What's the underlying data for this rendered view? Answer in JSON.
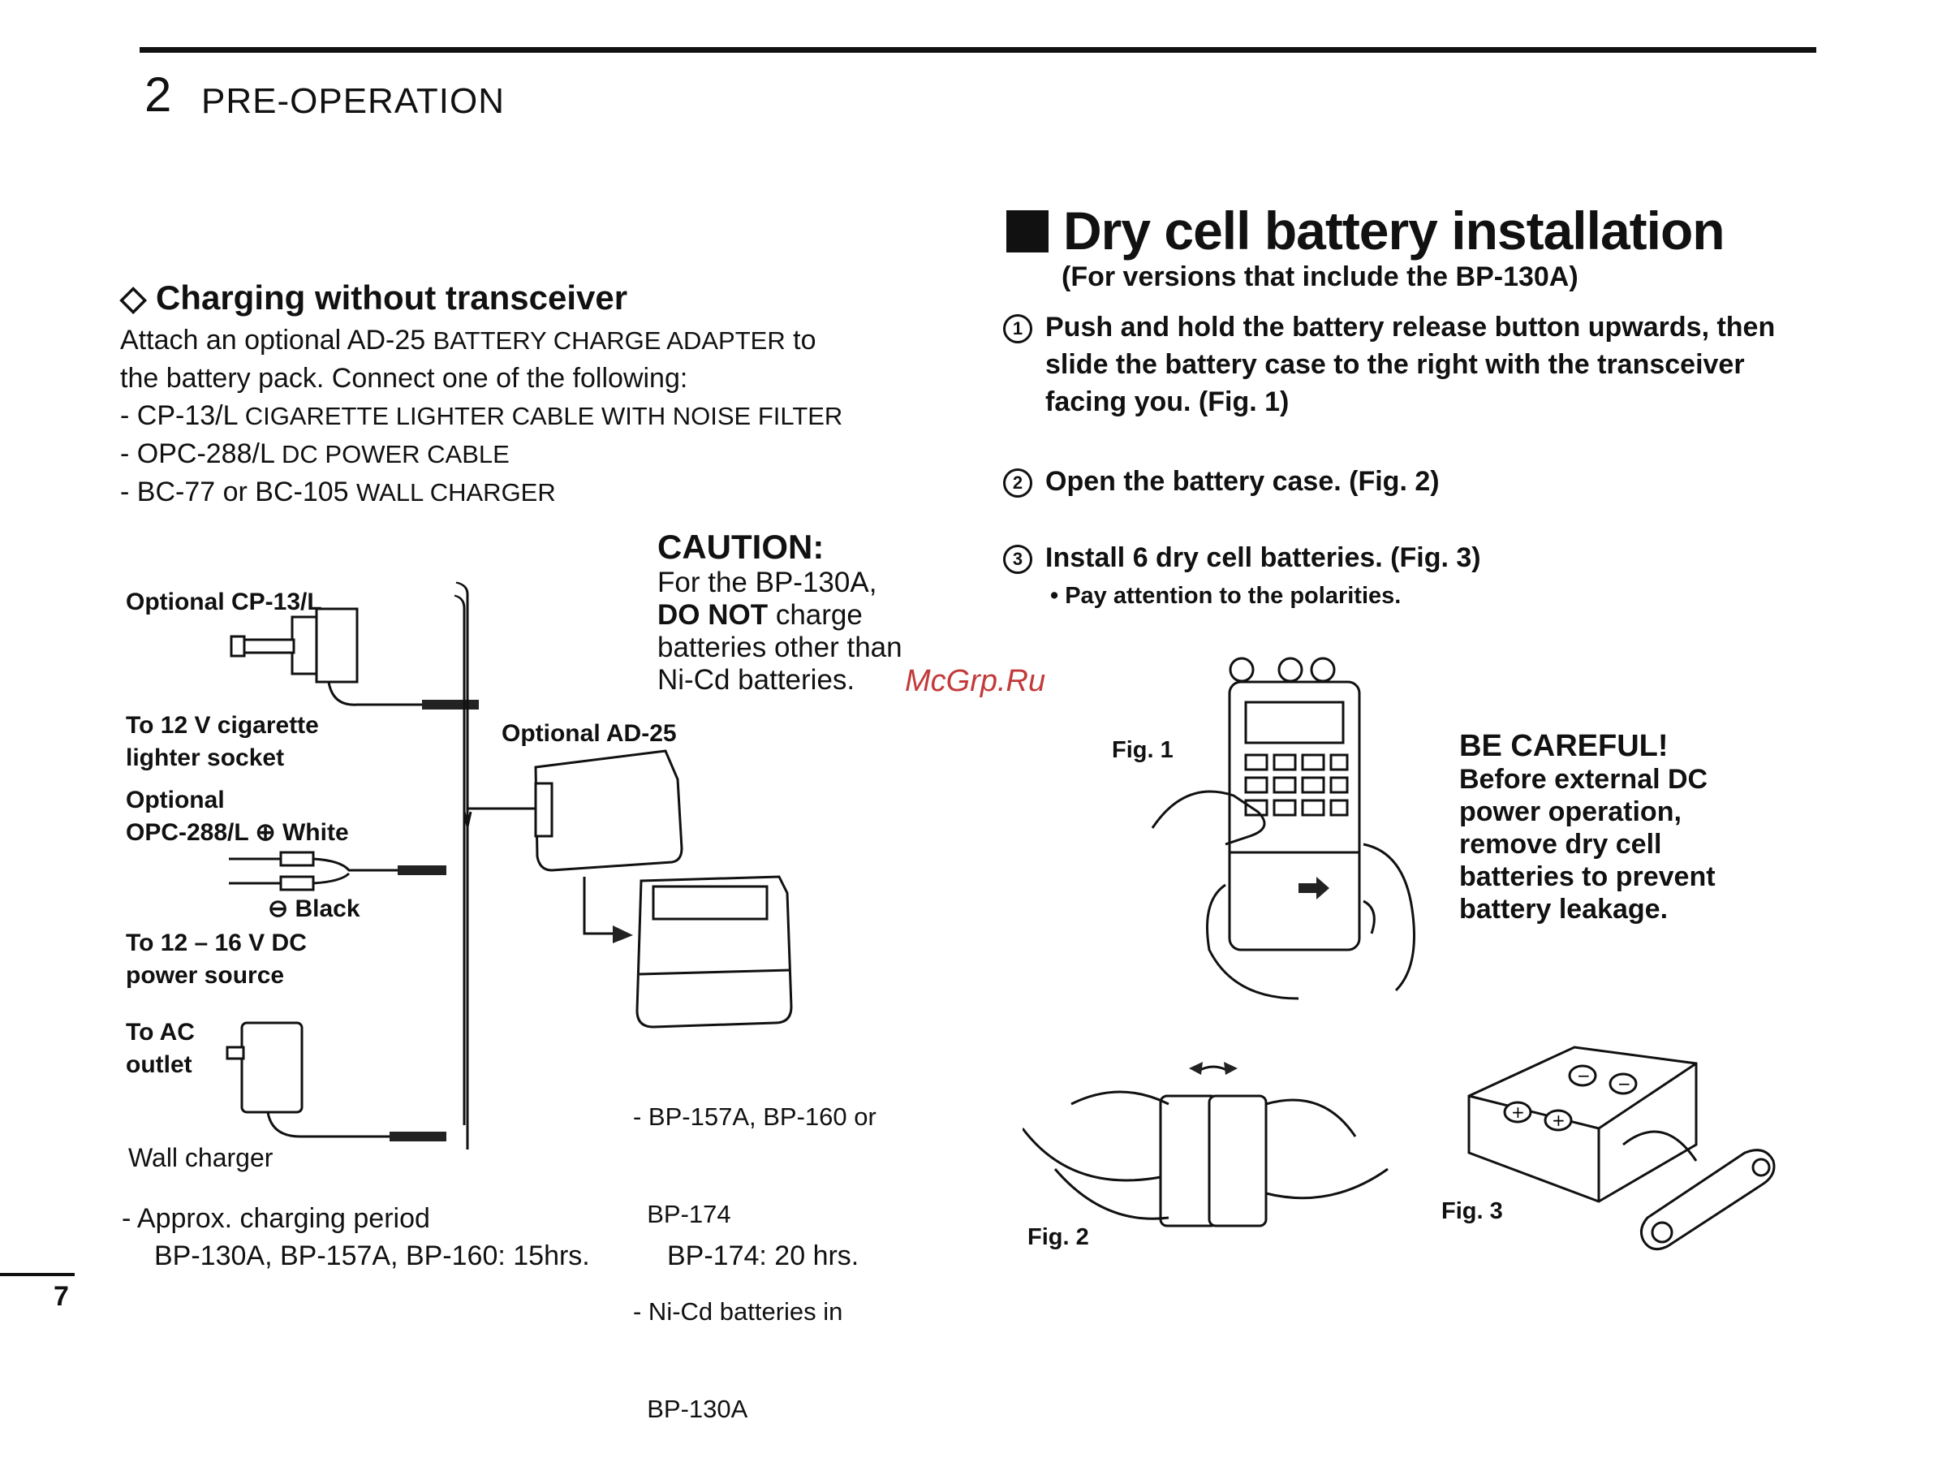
{
  "header": {
    "chapter_number": "2",
    "chapter_title": "PRE-OPERATION"
  },
  "charging": {
    "heading": "◇ Charging without transceiver",
    "intro_1": "Attach an optional  AD-25 ",
    "intro_1_caps": "BATTERY CHARGE ADAPTER",
    "intro_1_end": " to",
    "intro_2": "the battery pack.  Connect one of the following:",
    "items": [
      {
        "model": "- CP-13/L ",
        "desc": "CIGARETTE LIGHTER CABLE  WITH NOISE FILTER"
      },
      {
        "model": "- OPC-288/L ",
        "desc": "DC POWER CABLE"
      },
      {
        "model": "- BC-77 or BC-105 ",
        "desc": "WALL CHARGER"
      }
    ],
    "caution": {
      "title": "CAUTION:",
      "line1": "For the BP-130A,",
      "bold": "DO NOT",
      "line2_rest": " charge",
      "line3": "batteries other than",
      "line4": "Ni-Cd batteries."
    },
    "diagram": {
      "cp13_label": "Optional CP-13/L",
      "cig_label_1": "To 12 V cigarette",
      "cig_label_2": "lighter socket",
      "opc_label_1": "Optional",
      "opc_label_2": "OPC-288/L ⊕  White",
      "black_label": "⊖  Black",
      "dc_label_1": "To 12 – 16 V DC",
      "dc_label_2": "power source",
      "ac_label_1": "To AC",
      "ac_label_2": "outlet",
      "wall_label": "Wall charger",
      "ad25_label": "Optional AD-25",
      "packs": [
        "- BP-157A, BP-160 or",
        "  BP-174",
        "- Ni-Cd batteries in",
        "  BP-130A"
      ]
    },
    "period_label": "- Approx. charging period",
    "period_values": "BP-130A, BP-157A, BP-160: 15hrs.",
    "period_values_2": "BP-174: 20 hrs."
  },
  "watermark": "McGrp.Ru",
  "dry_cell": {
    "title": "Dry cell battery installation",
    "subtitle": "(For versions that include the BP-130A)",
    "steps": [
      {
        "num": "1",
        "lines": [
          "Push and hold the battery release button upwards, then",
          "slide  the  battery  case  to  the  right  with  the  transceiver",
          "facing you. (Fig. 1)"
        ]
      },
      {
        "num": "2",
        "lines": [
          "Open the battery case. (Fig. 2)"
        ]
      },
      {
        "num": "3",
        "lines": [
          "Install 6 dry cell batteries. (Fig. 3)"
        ]
      }
    ],
    "note": "• Pay attention to the polarities.",
    "careful": {
      "title": "BE CAREFUL!",
      "lines": [
        "Before external DC",
        "power operation,",
        "remove dry cell",
        "batteries to prevent",
        "battery leakage."
      ]
    },
    "fig1": "Fig. 1",
    "fig2": "Fig. 2",
    "fig3": "Fig. 3"
  },
  "page_number": "7"
}
